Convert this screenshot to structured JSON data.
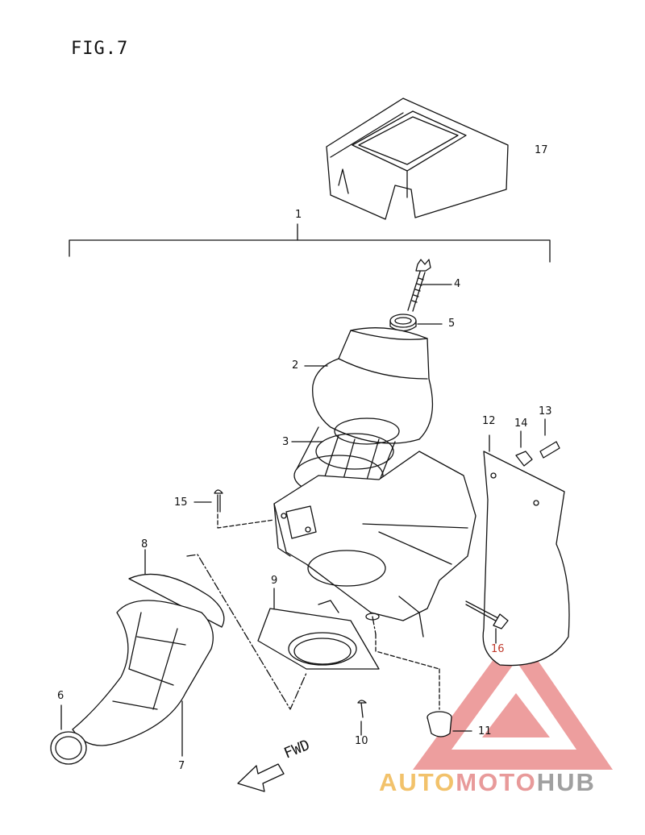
{
  "figure": {
    "title": "FIG.7"
  },
  "parts": [
    {
      "id": "p1",
      "number": "1"
    },
    {
      "id": "p2",
      "number": "2"
    },
    {
      "id": "p3",
      "number": "3"
    },
    {
      "id": "p4",
      "number": "4"
    },
    {
      "id": "p5",
      "number": "5"
    },
    {
      "id": "p6",
      "number": "6"
    },
    {
      "id": "p7",
      "number": "7"
    },
    {
      "id": "p8",
      "number": "8"
    },
    {
      "id": "p9",
      "number": "9"
    },
    {
      "id": "p10",
      "number": "10"
    },
    {
      "id": "p11",
      "number": "11"
    },
    {
      "id": "p12",
      "number": "12"
    },
    {
      "id": "p13",
      "number": "13"
    },
    {
      "id": "p14",
      "number": "14"
    },
    {
      "id": "p15",
      "number": "15"
    },
    {
      "id": "p16",
      "number": "16"
    },
    {
      "id": "p17",
      "number": "17"
    }
  ],
  "direction_label": "FWD",
  "watermark": {
    "part1": "AUTO",
    "part2": "MOTO",
    "part3": "HUB",
    "colors": {
      "auto": "#f2c26b",
      "moto": "#e89a9a",
      "hub": "#a0a0a0",
      "logo": "#e05050"
    }
  }
}
